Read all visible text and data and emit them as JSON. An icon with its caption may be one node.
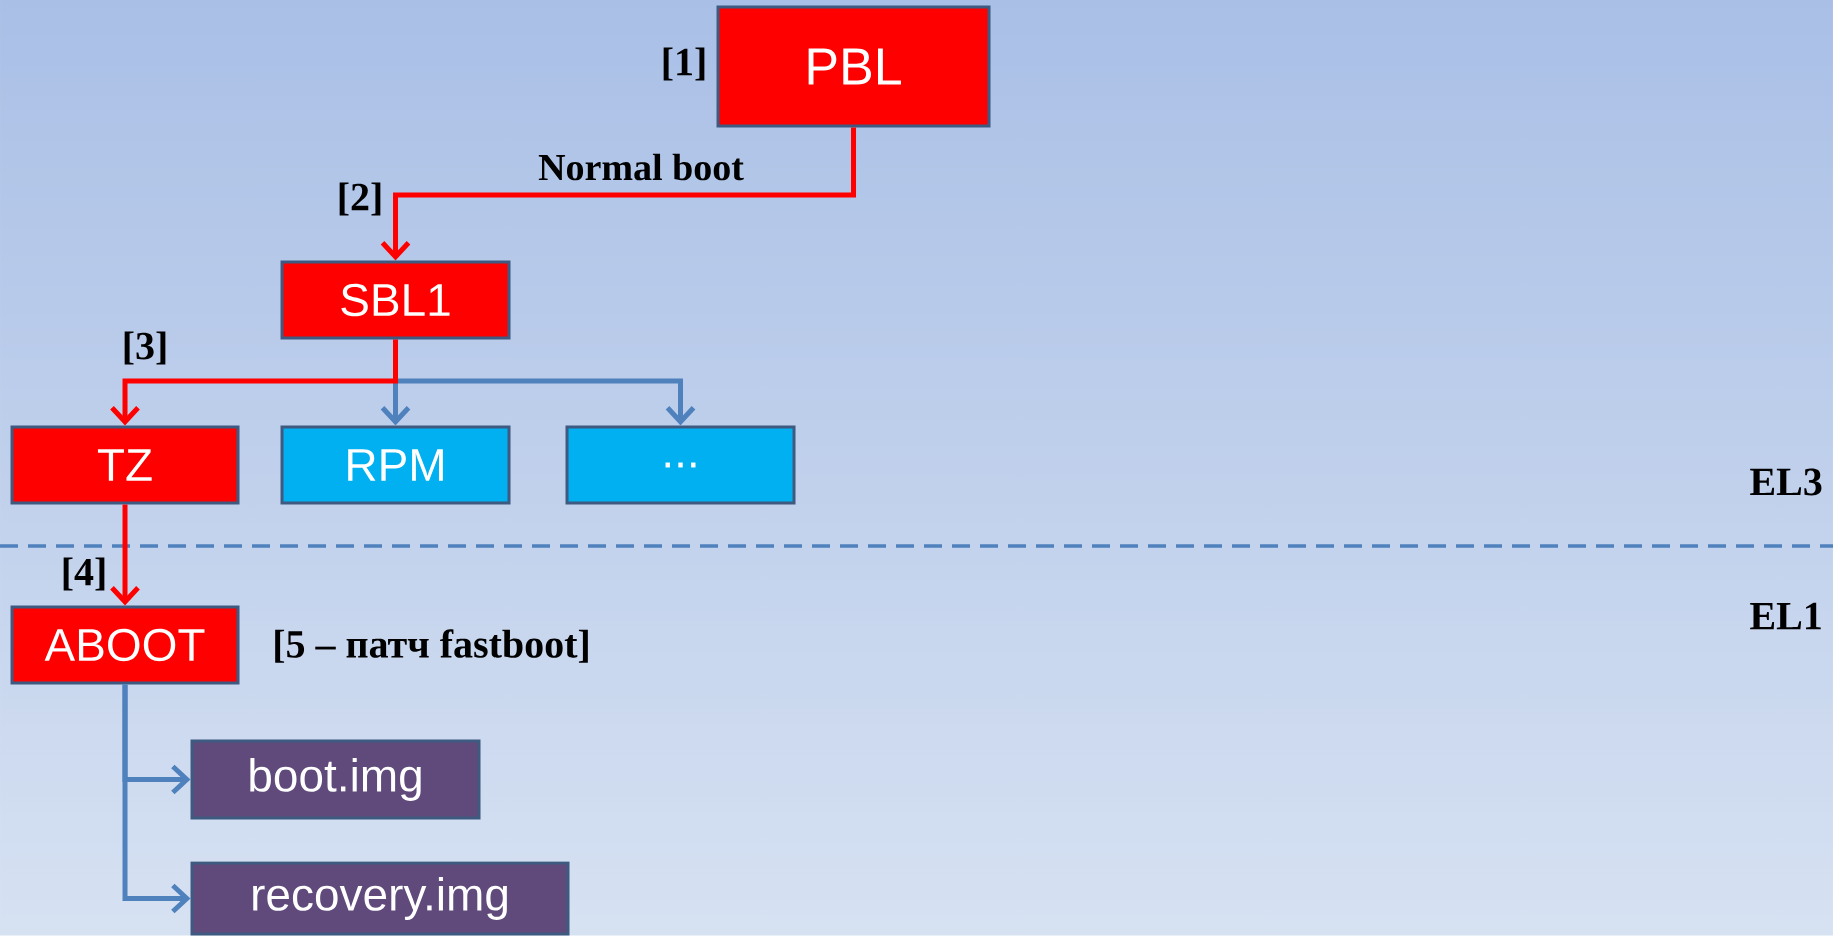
{
  "diagram": {
    "nodes": [
      {
        "text": [
          "PBL"
        ]
      },
      {
        "text": [
          "SBL1"
        ]
      },
      {
        "text": [
          "TZ"
        ]
      },
      {
        "text": [
          "RPM"
        ]
      },
      {
        "text": [
          "..."
        ]
      },
      {
        "text": [
          "ABOOT"
        ],
        "beside": [
          "[5 – патч fastboot]"
        ]
      },
      {
        "text": [
          "boot.img"
        ]
      },
      {
        "text": [
          "recovery.img"
        ]
      }
    ],
    "edges": [
      {
        "from": 0,
        "to": 1,
        "arrow": "to",
        "label": "Normal boot",
        "color": "#ff0000"
      },
      {
        "from": 1,
        "to": 2,
        "arrow": "to",
        "color": "#ff0000"
      },
      {
        "from": 1,
        "to": 3,
        "arrow": "to"
      },
      {
        "from": 1,
        "to": 4,
        "arrow": "to"
      },
      {
        "from": 2,
        "to": 5,
        "arrow": "to",
        "color": "#ff0000"
      },
      {
        "from": 5,
        "to": 6,
        "arrow": "to"
      },
      {
        "from": 5,
        "to": 7,
        "arrow": "to"
      }
    ],
    "labels": [
      "[1]",
      "[2]",
      "[3]",
      "[4]",
      "EL3",
      "EL1"
    ]
  }
}
